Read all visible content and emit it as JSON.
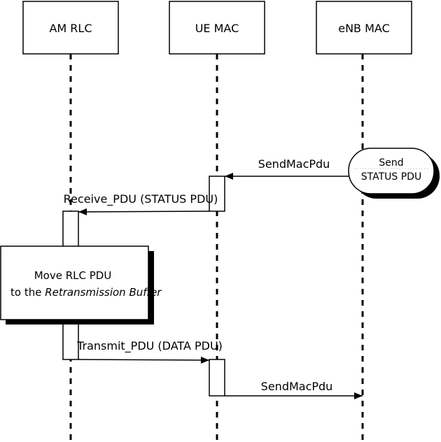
{
  "participants": [
    {
      "id": "am-rlc",
      "label": "AM RLC"
    },
    {
      "id": "ue-mac",
      "label": "UE MAC"
    },
    {
      "id": "enb-mac",
      "label": "eNB MAC"
    }
  ],
  "messages": [
    {
      "id": "send-mac-pdu-1",
      "label": "SendMacPdu"
    },
    {
      "id": "receive-pdu",
      "label": "Receive_PDU (STATUS PDU)"
    },
    {
      "id": "transmit-pdu",
      "label": "Transmit_PDU (DATA PDU)"
    },
    {
      "id": "send-mac-pdu-2",
      "label": "SendMacPdu"
    }
  ],
  "notes": {
    "send_status": {
      "line1": "Send",
      "line2": "STATUS PDU"
    },
    "move_rlc": {
      "line1": "Move RLC PDU",
      "line2_prefix": "to the ",
      "line2_italic": "Retransmission Buffer"
    }
  }
}
